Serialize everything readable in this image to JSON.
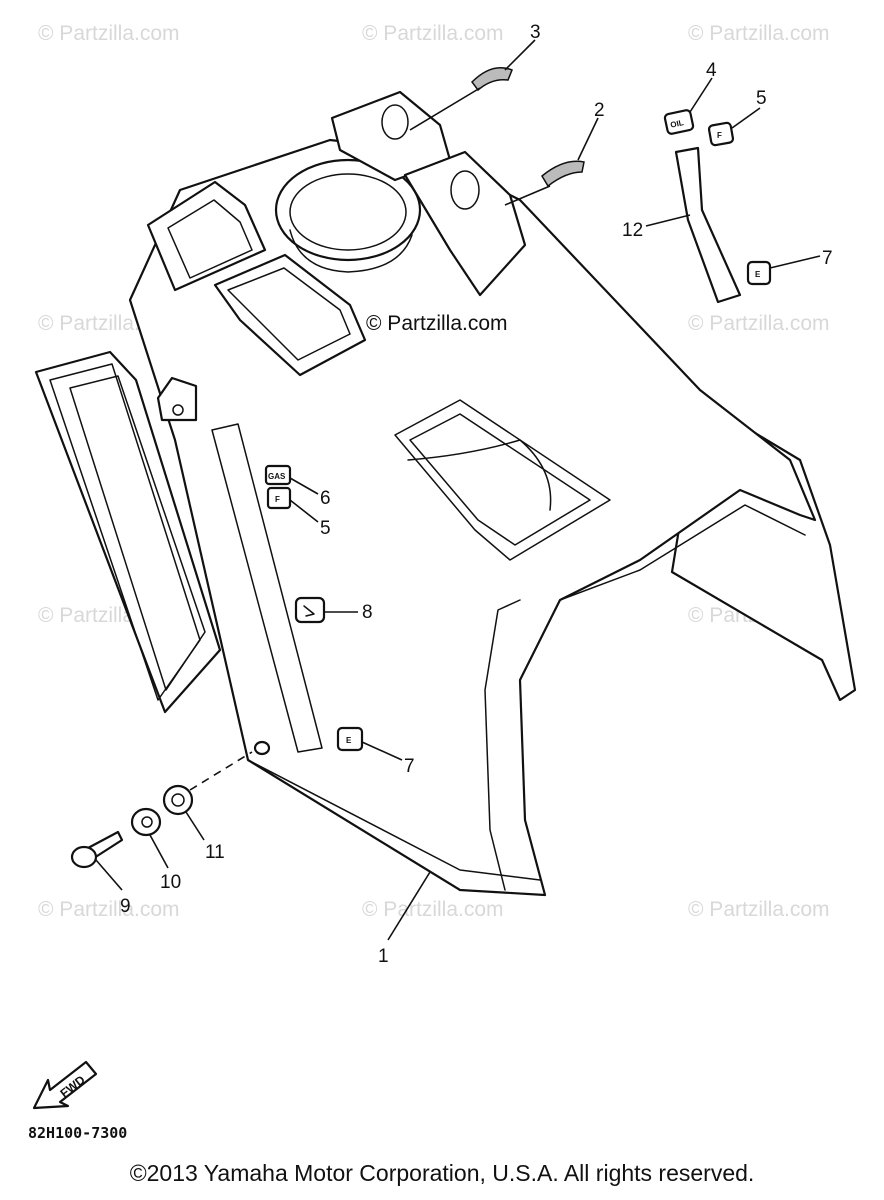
{
  "watermark": "© Partzilla.com",
  "callouts": {
    "p1": "1",
    "p2": "2",
    "p3": "3",
    "p4": "4",
    "p5a": "5",
    "p5b": "5",
    "p6": "6",
    "p7a": "7",
    "p7b": "7",
    "p8": "8",
    "p9": "9",
    "p10": "10",
    "p11": "11",
    "p12": "12"
  },
  "labels": {
    "oil": "OIL",
    "f": "F",
    "e": "E",
    "gas": "GAS"
  },
  "fwd_label": "FWD",
  "diagram_code": "82H100-7300",
  "copyright": "©2013  Yamaha Motor Corporation, U.S.A. All rights reserved."
}
